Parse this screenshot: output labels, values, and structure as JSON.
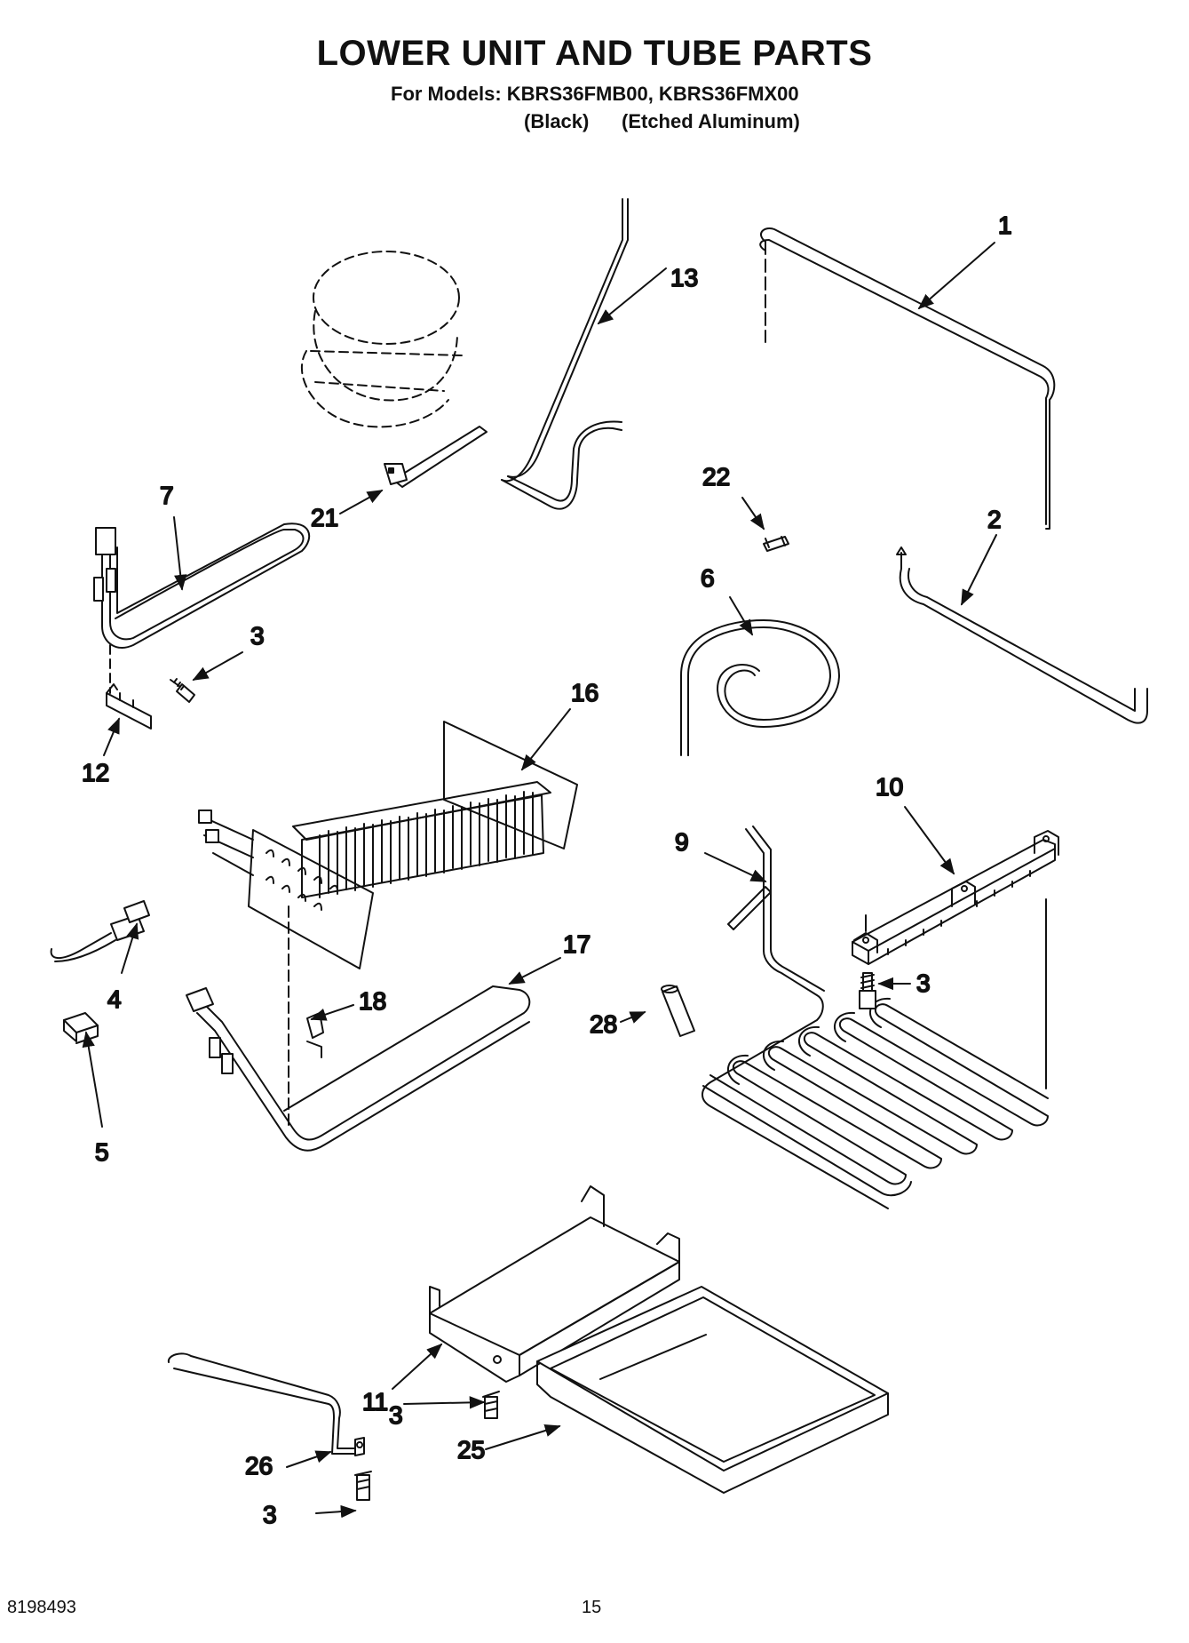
{
  "header": {
    "title": "LOWER UNIT AND TUBE PARTS",
    "models_line": "For Models: KBRS36FMB00, KBRS36FMX00",
    "variant_1": "(Black)",
    "variant_2": "(Etched Aluminum)"
  },
  "callouts": [
    {
      "id": "c1",
      "label": "1"
    },
    {
      "id": "c2",
      "label": "2"
    },
    {
      "id": "c3a",
      "label": "3"
    },
    {
      "id": "c3b",
      "label": "3"
    },
    {
      "id": "c3c",
      "label": "3"
    },
    {
      "id": "c3d",
      "label": "3"
    },
    {
      "id": "c4",
      "label": "4"
    },
    {
      "id": "c5",
      "label": "5"
    },
    {
      "id": "c6",
      "label": "6"
    },
    {
      "id": "c7",
      "label": "7"
    },
    {
      "id": "c9",
      "label": "9"
    },
    {
      "id": "c10",
      "label": "10"
    },
    {
      "id": "c11",
      "label": "11"
    },
    {
      "id": "c12",
      "label": "12"
    },
    {
      "id": "c13",
      "label": "13"
    },
    {
      "id": "c16",
      "label": "16"
    },
    {
      "id": "c17",
      "label": "17"
    },
    {
      "id": "c18",
      "label": "18"
    },
    {
      "id": "c21",
      "label": "21"
    },
    {
      "id": "c22",
      "label": "22"
    },
    {
      "id": "c25",
      "label": "25"
    },
    {
      "id": "c26",
      "label": "26"
    },
    {
      "id": "c28",
      "label": "28"
    }
  ],
  "footer": {
    "doc_number": "8198493",
    "page_number": "15"
  }
}
